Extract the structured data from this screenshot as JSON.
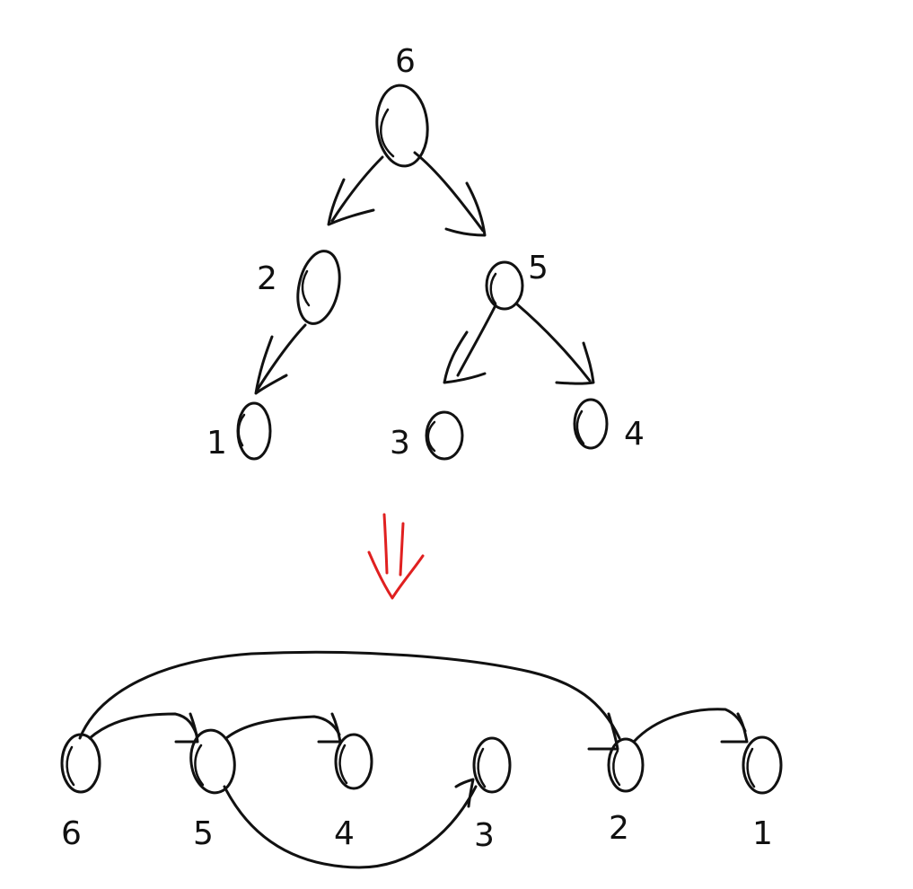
{
  "tree": {
    "nodes": [
      {
        "id": "6",
        "label": "6"
      },
      {
        "id": "2",
        "label": "2"
      },
      {
        "id": "5",
        "label": "5"
      },
      {
        "id": "1",
        "label": "1"
      },
      {
        "id": "3",
        "label": "3"
      },
      {
        "id": "4",
        "label": "4"
      }
    ],
    "edges": [
      {
        "from": "6",
        "to": "2"
      },
      {
        "from": "6",
        "to": "5"
      },
      {
        "from": "2",
        "to": "1"
      },
      {
        "from": "5",
        "to": "3"
      },
      {
        "from": "5",
        "to": "4"
      }
    ]
  },
  "transform_arrow": {
    "color": "#e02020"
  },
  "sequence": {
    "nodes": [
      {
        "id": "6",
        "label": "6"
      },
      {
        "id": "5",
        "label": "5"
      },
      {
        "id": "4",
        "label": "4"
      },
      {
        "id": "3",
        "label": "3"
      },
      {
        "id": "2",
        "label": "2"
      },
      {
        "id": "1",
        "label": "1"
      }
    ],
    "links": [
      {
        "from": "6",
        "to": "5"
      },
      {
        "from": "6",
        "to": "2"
      },
      {
        "from": "5",
        "to": "4"
      },
      {
        "from": "5",
        "to": "3"
      },
      {
        "from": "2",
        "to": "1"
      }
    ]
  }
}
